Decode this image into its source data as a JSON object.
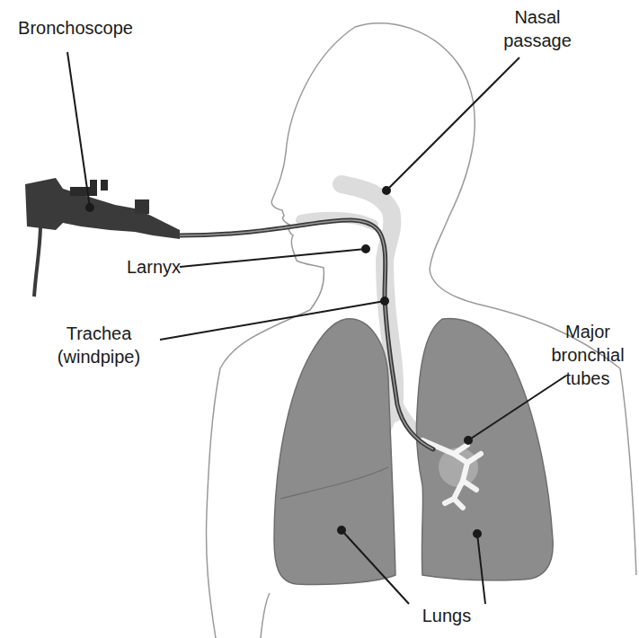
{
  "diagram": {
    "labels": [
      "Bronchoscope",
      "Nasal passage",
      "Larnyx",
      "Trachea (windpipe)",
      "Major bronchial tubes",
      "Lungs"
    ]
  }
}
